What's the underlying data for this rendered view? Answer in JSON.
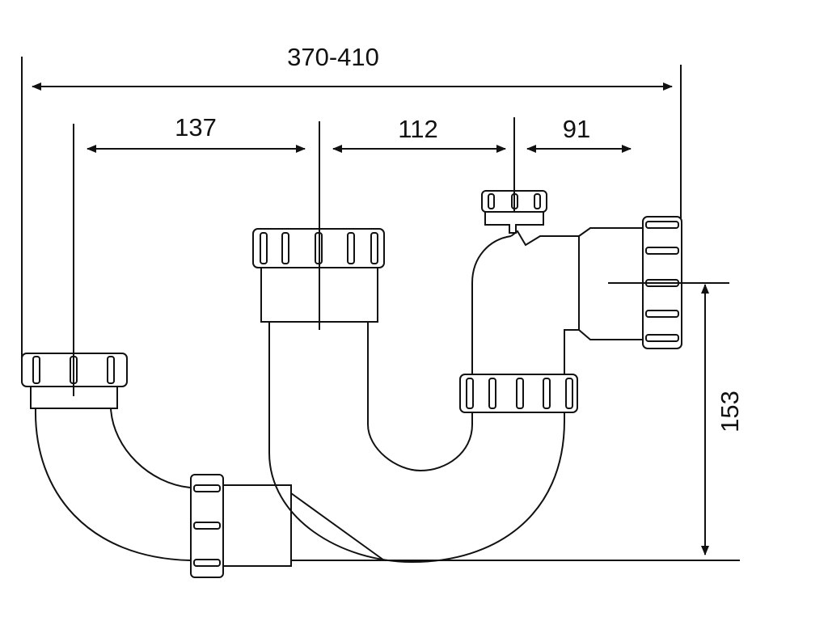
{
  "dimensions": {
    "overall_width": "370-410",
    "inlet_to_center": "137",
    "center_to_vent": "112",
    "vent_to_outlet": "91",
    "outlet_height": "153"
  }
}
